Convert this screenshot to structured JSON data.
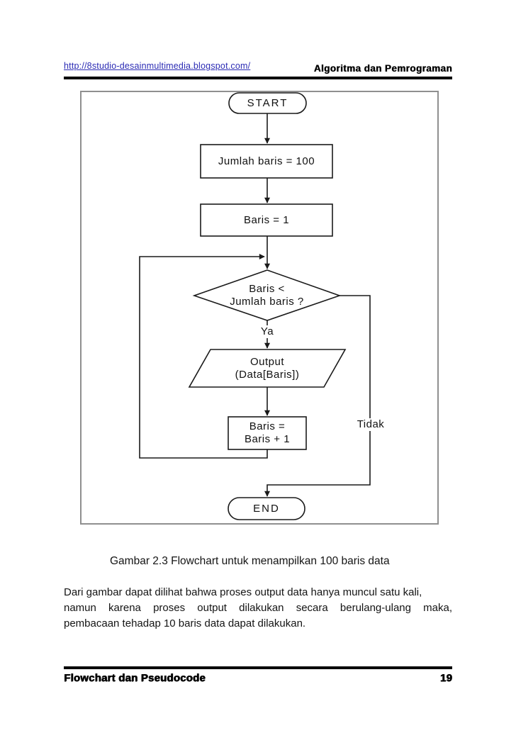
{
  "header": {
    "url": "http://8studio-desainmultimedia.blogspot.com/",
    "title": "Algoritma dan Pemrograman"
  },
  "flowchart": {
    "start": "START",
    "init": "Jumlah baris = 100",
    "set_baris": "Baris = 1",
    "decision_line1": "Baris <",
    "decision_line2": "Jumlah baris ?",
    "yes_label": "Ya",
    "output_line1": "Output",
    "output_line2": "(Data[Baris])",
    "increment_line1": "Baris =",
    "increment_line2": "Baris + 1",
    "no_label": "Tidak",
    "end": "END"
  },
  "caption": "Gambar 2.3 Flowchart untuk menampilkan 100 baris data",
  "paragraph": {
    "line1": "Dari gambar dapat dilihat bahwa proses output data hanya muncul satu kali,",
    "line2": "namun karena proses output dilakukan secara berulang-ulang maka,",
    "line3": "pembacaan tehadap 10 baris data dapat dilakukan."
  },
  "footer": {
    "title": "Flowchart dan Pseudocode",
    "page_number": "19"
  },
  "colors": {
    "link_blue": "#2b2bb4",
    "text_black": "#1a1a1a",
    "frame_gray": "#8f8f8f"
  }
}
